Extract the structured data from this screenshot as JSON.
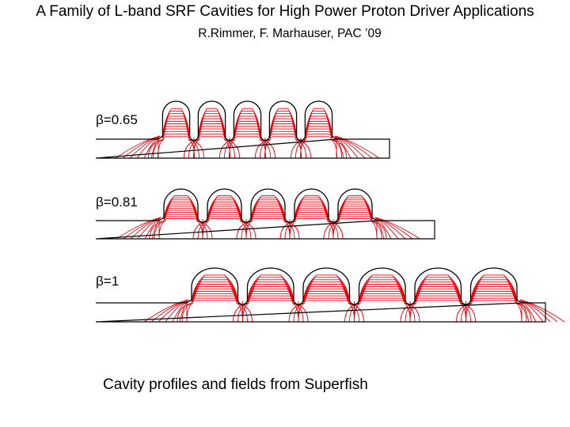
{
  "title": "A Family of L-band SRF Cavities for High Power Proton Driver Applications",
  "subtitle": "R.Rimmer, F. Marhauser, PAC ’09",
  "caption": "Cavity profiles and fields from Superfish",
  "cavities": [
    {
      "label": "β=0.65",
      "cells": 5
    },
    {
      "label": "β=0.81",
      "cells": 5
    },
    {
      "label": "β=1",
      "cells": 6
    }
  ],
  "colors": {
    "outline": "#000000",
    "field_lines": "#e8000b"
  }
}
